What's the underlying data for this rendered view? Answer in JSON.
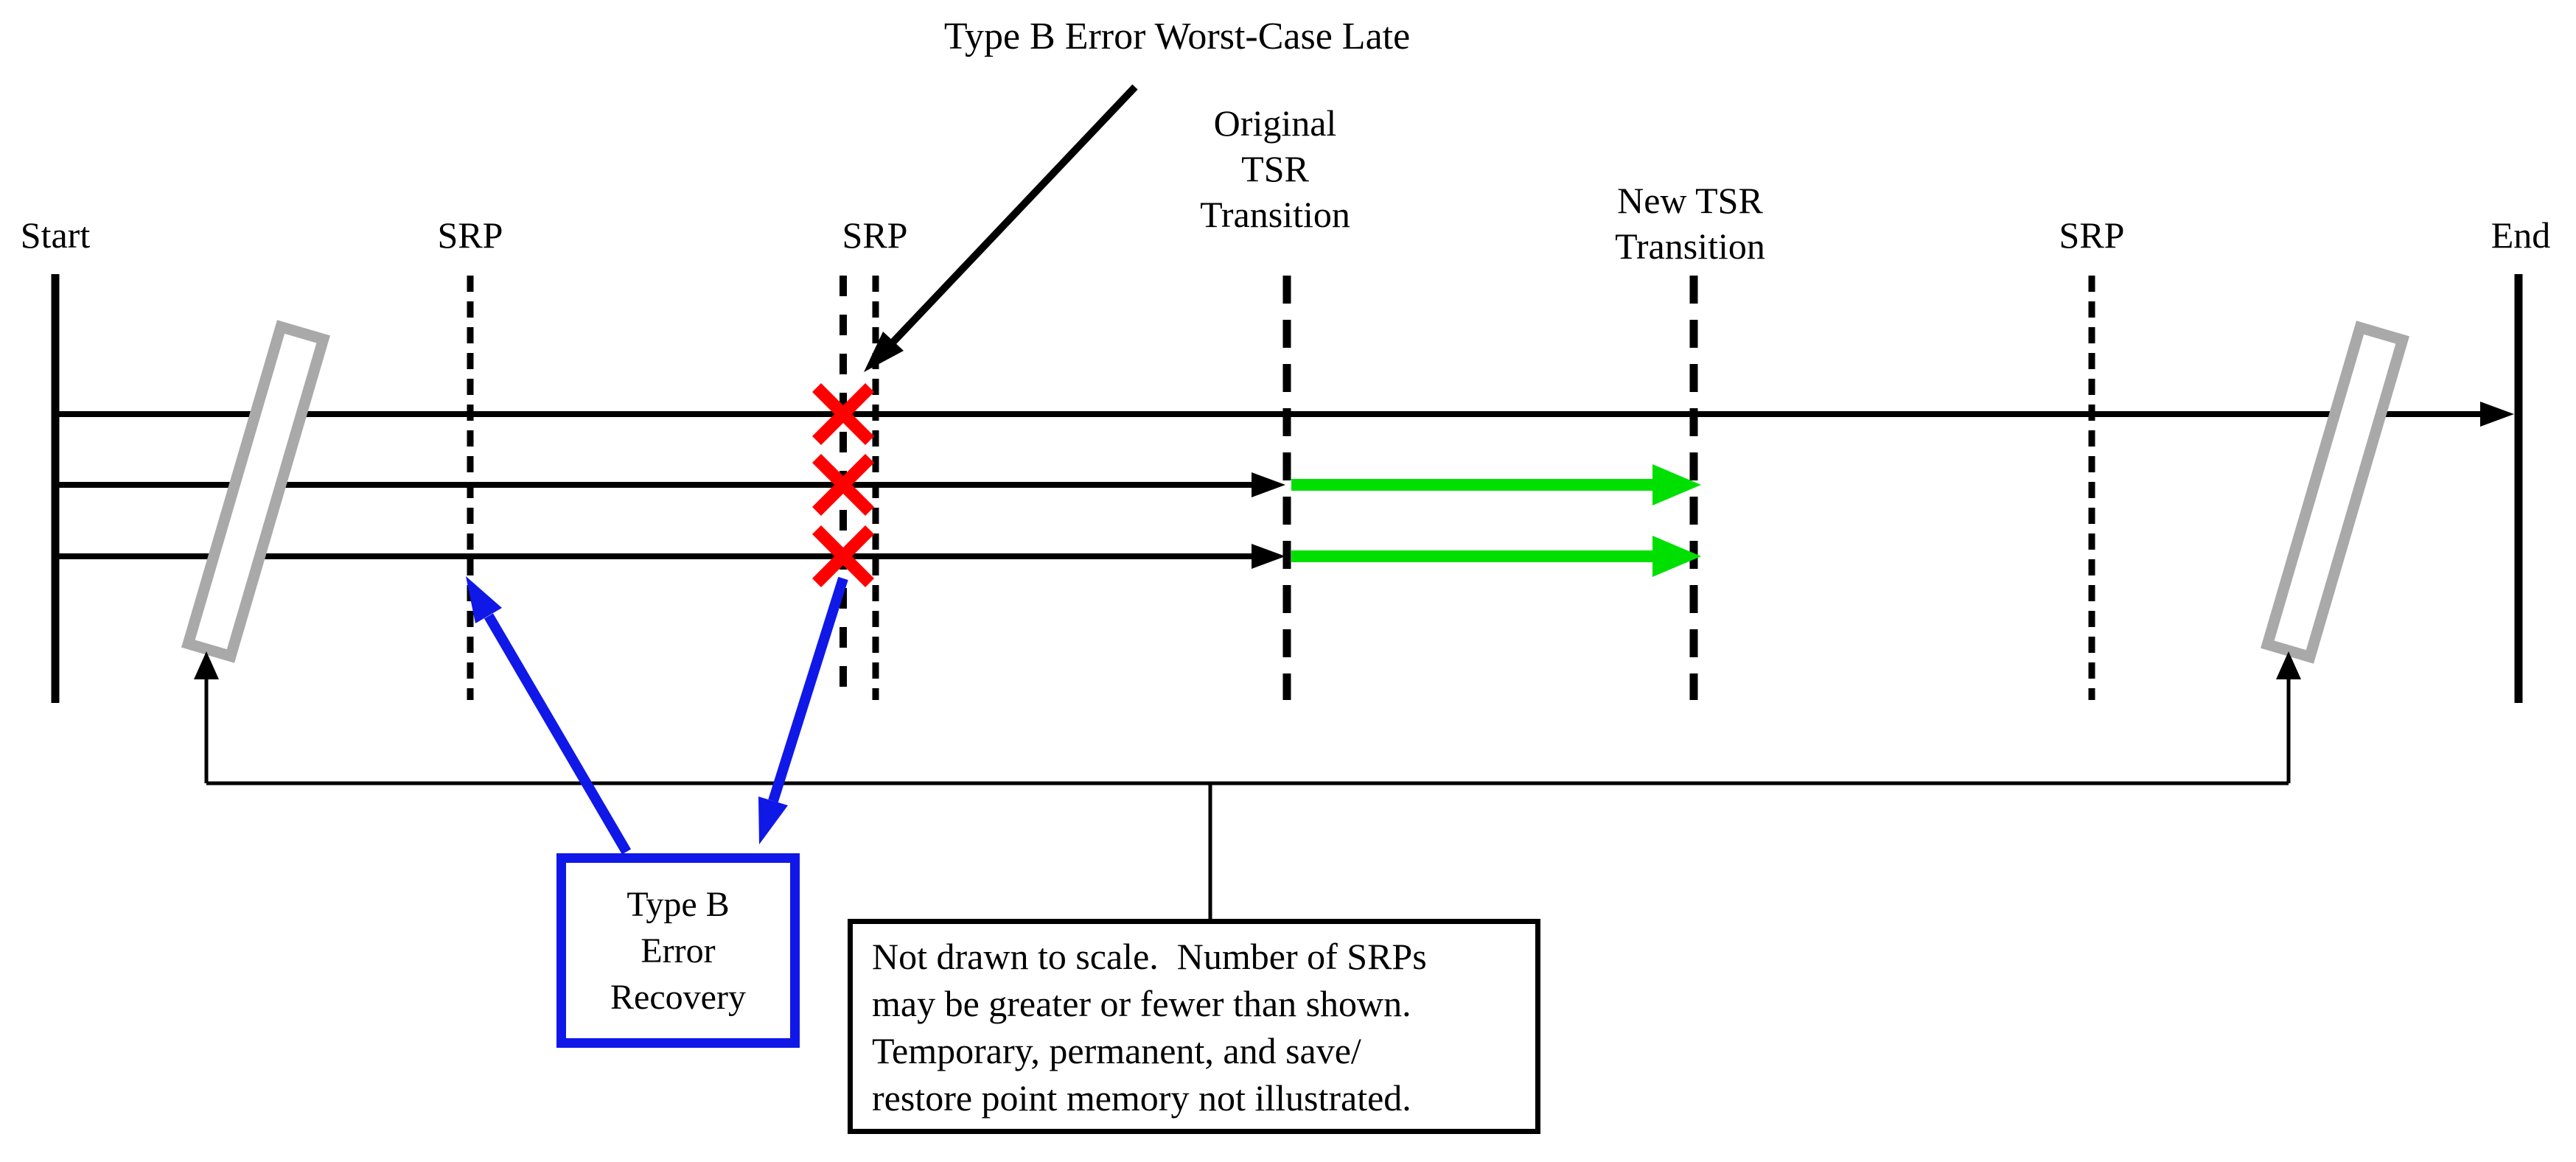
{
  "diagram": {
    "title": "Type B Error Worst-Case Late",
    "labels": {
      "start": "Start",
      "srp1": "SRP",
      "srp2": "SRP",
      "srp3": "SRP",
      "original_tsr": [
        "Original",
        "TSR",
        "Transition"
      ],
      "new_tsr": [
        "New TSR",
        "Transition"
      ],
      "end": "End"
    },
    "recovery_box": {
      "lines": [
        "Type B",
        "Error",
        "Recovery"
      ]
    },
    "note_box": {
      "lines": [
        "Not drawn to scale.  Number of SRPs",
        "may be greater or fewer than shown.",
        "Temporary, permanent, and save/",
        "restore point memory not illustrated."
      ]
    },
    "colors": {
      "error_red": "#ff0000",
      "new_timeline_green": "#00e000",
      "recovery_blue": "#1018e8",
      "break_gray": "#a9a9a9",
      "line_black": "#000000"
    }
  }
}
